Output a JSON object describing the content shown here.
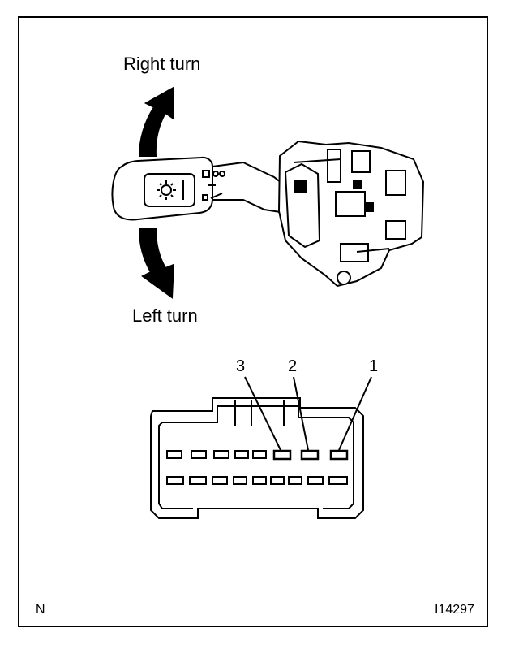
{
  "labels": {
    "right_turn": "Right turn",
    "left_turn": "Left turn",
    "corner_letter": "N",
    "figure_code": "I14297"
  },
  "connector": {
    "pins": [
      "3",
      "2",
      "1"
    ]
  },
  "colors": {
    "line": "#000000",
    "background": "#ffffff"
  }
}
